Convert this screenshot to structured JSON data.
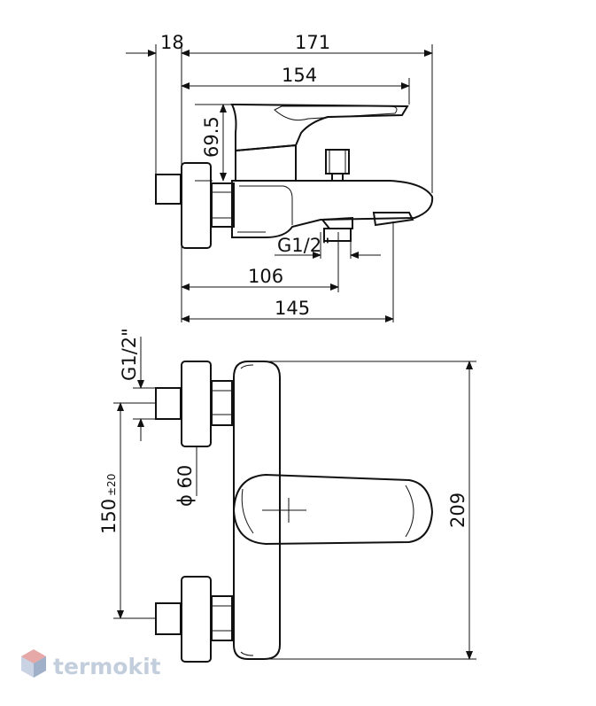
{
  "drawing": {
    "dimensions": {
      "d18": "18",
      "d171": "171",
      "d154": "154",
      "d69_5": "69.5",
      "g12_top": "G1/2\"",
      "d106": "106",
      "d145": "145",
      "g12_side": "G1/2\"",
      "d150": "150",
      "d150_tol": "±20",
      "d60": "ϕ 60",
      "d209": "209"
    }
  },
  "watermark": {
    "brand": "termokit",
    "colors": {
      "logo": "#c9d3e3",
      "logo_dark": "#9fb0c8"
    }
  }
}
